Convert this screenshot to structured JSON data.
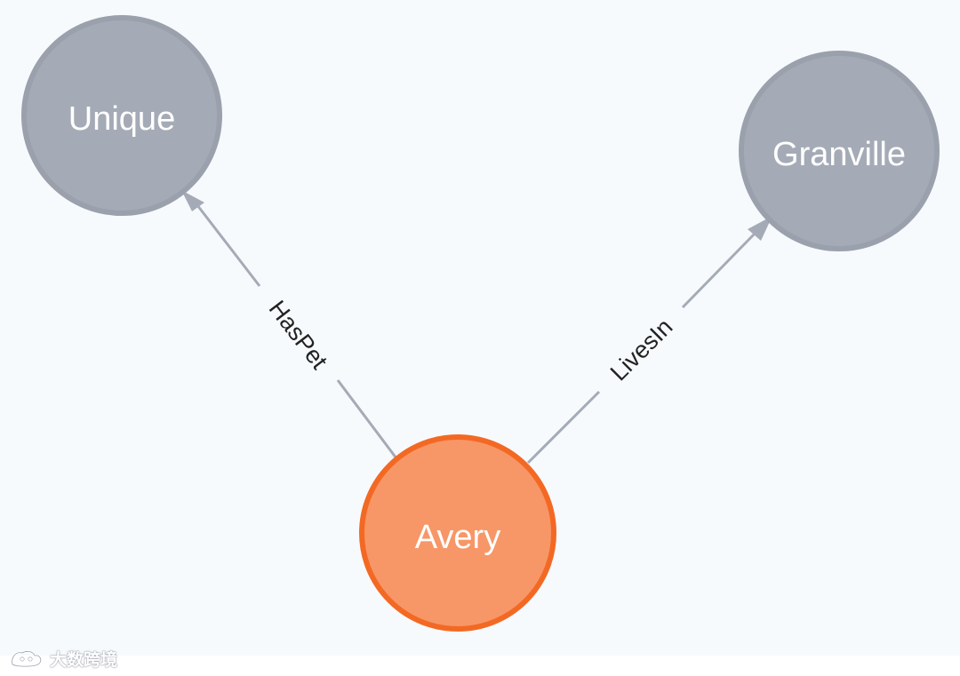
{
  "graph": {
    "nodes": [
      {
        "id": "unique",
        "label": "Unique",
        "fill": "#a5abb6",
        "stroke": "#9aa1ac"
      },
      {
        "id": "granville",
        "label": "Granville",
        "fill": "#a5abb6",
        "stroke": "#9aa1ac"
      },
      {
        "id": "avery",
        "label": "Avery",
        "fill": "#f79767",
        "stroke": "#f36924"
      }
    ],
    "edges": [
      {
        "from": "avery",
        "to": "unique",
        "label": "HasPet",
        "color": "#a5abb6"
      },
      {
        "from": "avery",
        "to": "granville",
        "label": "LivesIn",
        "color": "#a5abb6"
      }
    ]
  },
  "watermark": {
    "text": "大数跨境",
    "icon": "watermark-logo-icon"
  },
  "colors": {
    "background": "#f7fafd",
    "edge": "#a5abb6",
    "node_default": "#a5abb6",
    "node_selected_fill": "#f79767",
    "node_selected_stroke": "#f36924"
  }
}
